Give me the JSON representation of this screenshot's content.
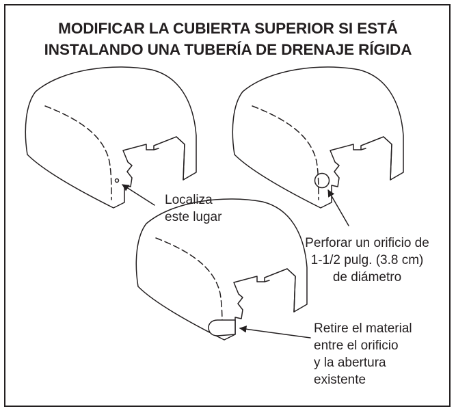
{
  "title": {
    "line1": "MODIFICAR LA CUBIERTA SUPERIOR SI ESTÁ",
    "line2": "INSTALANDO UNA TUBERÍA DE DRENAJE RÍGIDA"
  },
  "steps": [
    {
      "lines": [
        "Localiza",
        "este lugar"
      ]
    },
    {
      "lines": [
        "Perforar un orificio de",
        "1-1/2 pulg. (3.8 cm)",
        "de diámetro"
      ]
    },
    {
      "lines": [
        "Retire el material",
        "entre el orificio",
        "y la abertura",
        "existente"
      ]
    }
  ],
  "colors": {
    "ink": "#231f20",
    "background": "#ffffff"
  }
}
